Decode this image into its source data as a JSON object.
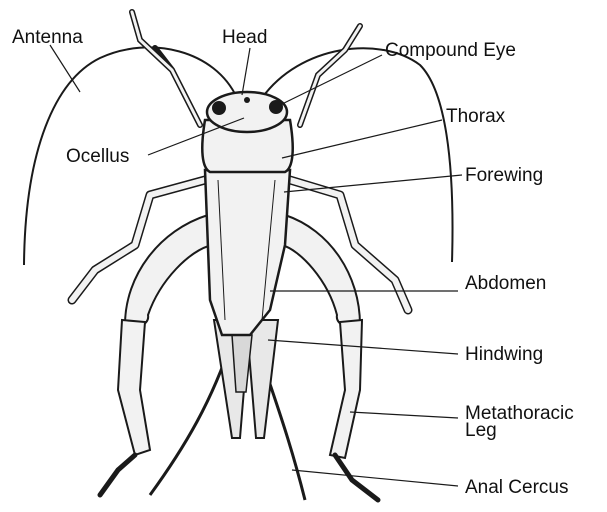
{
  "labels": {
    "antenna": "Antenna",
    "head": "Head",
    "compound_eye": "Compound Eye",
    "thorax": "Thorax",
    "ocellus": "Ocellus",
    "forewing": "Forewing",
    "abdomen": "Abdomen",
    "hindwing": "Hindwing",
    "metathoracic_leg_line1": "Metathoracic",
    "metathoracic_leg_line2": "Leg",
    "anal_cercus": "Anal Cercus"
  },
  "colors": {
    "ink": "#1a1a1a",
    "body_fill": "#f2f2f2",
    "background": "#ffffff"
  }
}
